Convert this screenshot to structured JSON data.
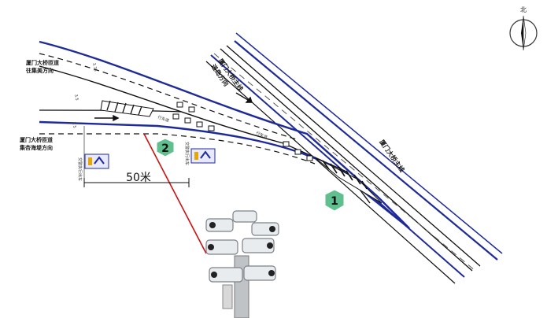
{
  "compass": {
    "label": "北"
  },
  "roads": {
    "bridge_main_line_top": "厦门大桥主线",
    "bridge_main_line_right": "厦门大桥主线",
    "bridge_main_line_top_sub": "进岛方向",
    "bridge_approach_upper": "厦门大桥匝道",
    "bridge_approach_upper_sub": "往集美方向",
    "bridge_approach_lower": "厦门大桥匝道",
    "bridge_approach_lower_sub": "集杏海堤方向"
  },
  "measure": {
    "distance": "50米"
  },
  "markers": {
    "one": "1",
    "two": "2"
  },
  "lane_texts": {
    "near_sign_a": "交警执行出车",
    "near_sign_b": "交警执行出车",
    "lane_a": "行车道",
    "lane_b": "行车道"
  },
  "dims": {
    "w1": "3.75",
    "w2": "3.5",
    "w3": "3.5"
  },
  "colors": {
    "road_edge": "#1e2a9a",
    "pole_line": "#cc1111",
    "marker_fill": "#5fbf8f"
  }
}
